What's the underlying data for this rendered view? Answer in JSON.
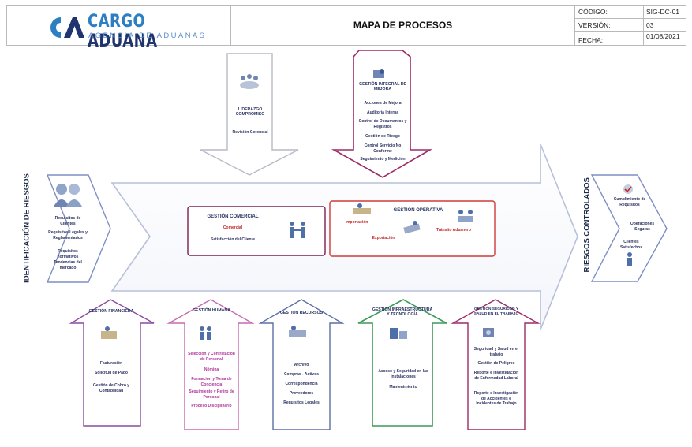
{
  "header": {
    "logo_line1_part1": "CARGO",
    "logo_line1_part2": "ADUANA",
    "logo_line2": "AGENCIA DE ADUANAS",
    "title": "MAPA DE PROCESOS",
    "code_label": "CÓDIGO:",
    "code_value": "SIG-DC-01",
    "version_label": "VERSIÓN:",
    "version_value": "03",
    "date_label": "FECHA:",
    "date_value": "01/08/2021"
  },
  "left_side": {
    "vertical_label": "IDENTIFICACIÓN DE RIESGOS",
    "items": [
      "Requisitos de Clientes",
      "Requisitos Legales y Reglamentarios",
      "Requisitos normativos",
      "Tendencias del mercado"
    ]
  },
  "right_side": {
    "vertical_label": "RIESGOS CONTROLADOS",
    "items": [
      "Cumplimiento de Requisitos",
      "Operaciones Seguras",
      "Clientes Satisfechos"
    ]
  },
  "strategic": {
    "leadership": {
      "title": "LIDERAZGO COMPROMISO",
      "items": [
        "Revisión Gerencial"
      ]
    },
    "improvement": {
      "title": "GESTIÓN INTEGRAL DE MEJORA",
      "items": [
        "Acciones de Mejora",
        "Auditoría Interna",
        "Control de Documentos y Registros",
        "Gestión de Riesgo",
        "Control Servicio No Conforme",
        "Seguimiento y Medición"
      ]
    }
  },
  "mission": {
    "commercial": {
      "title": "GESTIÓN COMERCIAL",
      "items": [
        "Comercial",
        "Satisfacción del Cliente"
      ]
    },
    "operative": {
      "title": "GESTIÓN OPERATIVA",
      "items": [
        "Importación",
        "Exportación",
        "Tránsito Aduanero"
      ]
    }
  },
  "support": [
    {
      "title": "GESTIÓN FINANCIERA",
      "items": [
        "Facturación",
        "Solicitud de Pago",
        "Gestión de Cobro y Contabilidad"
      ]
    },
    {
      "title": "GESTIÓN HUMANA",
      "items": [
        "Selección y Contratación de Personal",
        "Nómina",
        "Formación y Toma de Conciencia",
        "Seguimiento y Retiro de Personal",
        "Proceso Disciplinario"
      ]
    },
    {
      "title": "GESTIÓN RECURSOS",
      "items": [
        "Archivo",
        "Compras - Activos",
        "Correspondencia",
        "Proveedores",
        "Requisitos Legales"
      ]
    },
    {
      "title": "GESTIÓN INFRAESTRUCTURA Y TECNOLOGÍA",
      "items": [
        "Acceso y Seguridad en las instalaciones",
        "Mantenimiento"
      ]
    },
    {
      "title": "GESTIÓN SEGURIDAD Y SALUD EN EL TRABAJO",
      "items": [
        "Seguridad y Salud en el trabajo",
        "Gestión de Peligros",
        "Reporte e Investigación de Enfermedad Laboral",
        "Reporte e Investigación de Accidentes e Incidentes de Trabajo"
      ]
    }
  ],
  "colors": {
    "arrow_outline": "#b7c0da",
    "leadership_border": "#b9b9c6",
    "improvement_border": "#9c2a66",
    "commercial_border": "#7c2050",
    "operative_border": "#d03a3a",
    "financial_border": "#8a4aa0",
    "human_border": "#c56ab0",
    "resources_border": "#5b6fa6",
    "infra_border": "#3a9a5a",
    "sst_border": "#9c2a66",
    "text": "#1f2a4a",
    "red_text": "#c42a2a"
  }
}
